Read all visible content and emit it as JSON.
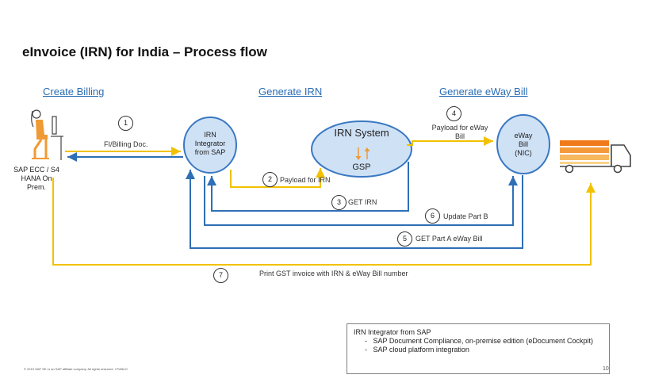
{
  "title": "eInvoice (IRN) for India – Process flow",
  "sections": {
    "create_billing": "Create Billing",
    "generate_irn": "Generate IRN",
    "generate_eway": "Generate eWay Bill"
  },
  "nodes": {
    "sap_user": [
      "SAP ECC / S4",
      "HANA On",
      "Prem."
    ],
    "irn_integrator": [
      "IRN",
      "Integrator",
      "from SAP"
    ],
    "irn_system": "IRN System",
    "gsp": "GSP",
    "eway_bill": [
      "eWay",
      "Bill",
      "(NIC)"
    ]
  },
  "steps": [
    {
      "num": "1",
      "label": "FI/Billing  Doc."
    },
    {
      "num": "2",
      "label": "Payload  for IRN"
    },
    {
      "num": "3",
      "label": "GET IRN"
    },
    {
      "num": "4",
      "label": "Payload  for eWay Bill"
    },
    {
      "num": "5",
      "label": "GET Part A eWay Bill"
    },
    {
      "num": "6",
      "label": "Update Part B"
    },
    {
      "num": "7",
      "label": "Print GST invoice with IRN & eWay Bill number"
    }
  ],
  "step4_lines": [
    "Payload  for eWay",
    "Bill"
  ],
  "legend": {
    "heading": "IRN Integrator from SAP",
    "items": [
      "SAP Document Compliance, on-premise edition (eDocument Cockpit)",
      "SAP cloud platform integration"
    ]
  },
  "footer": "© 2019 SAP SE or an SAP affiliate company. All rights reserved.  ǀ  PUBLIC",
  "page_number": "10",
  "colors": {
    "blue_line": "#2e6fb7",
    "yellow_line": "#f2c100",
    "node_fill": "#cfe1f5",
    "node_stroke": "#3a78c2",
    "orange": "#f09a35",
    "truck_orange": "#f07a1a"
  },
  "icons": {
    "user": "person-at-computer-icon",
    "truck": "delivery-truck-icon",
    "gsp_arrows": "up-down-arrows-icon"
  }
}
